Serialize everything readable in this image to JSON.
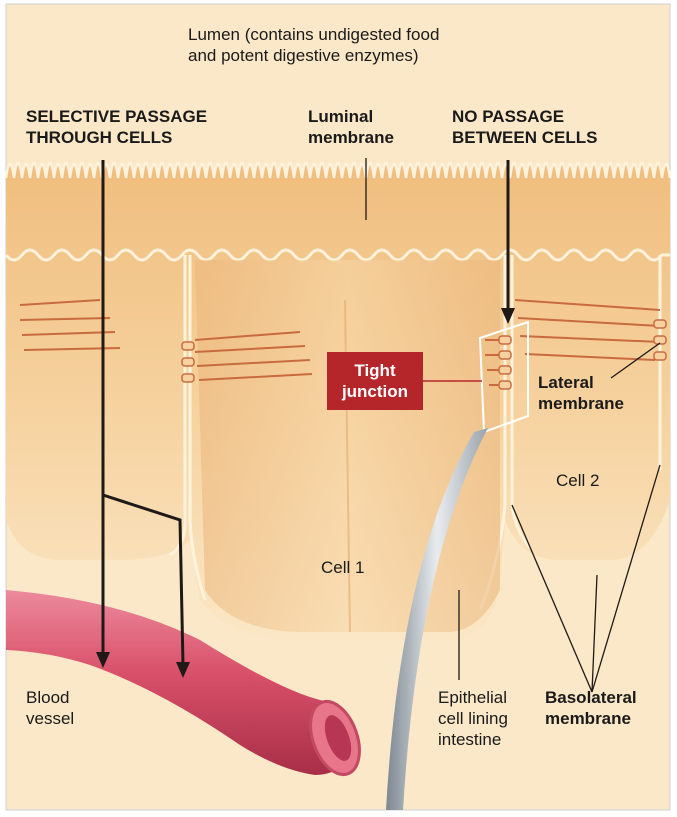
{
  "labels": {
    "lumen": "Lumen (contains undigested food\nand potent digestive enzymes)",
    "selective": "SELECTIVE PASSAGE\nTHROUGH CELLS",
    "luminal": "Luminal\nmembrane",
    "no_passage": "NO PASSAGE\nBETWEEN CELLS",
    "tight": "Tight\njunction",
    "lateral": "Lateral\nmembrane",
    "cell2": "Cell 2",
    "cell1": "Cell 1",
    "blood": "Blood\nvessel",
    "epithelial": "Epithelial\ncell lining\nintestine",
    "basolateral": "Basolateral\nmembrane"
  },
  "colors": {
    "lumen_bg": "#fbe8c8",
    "cell_fill": "#f3c68b",
    "cell_light": "#f9dcae",
    "membrane": "#fff3dc",
    "junction": "#c96a3f",
    "vessel": "#d9506a",
    "vessel_light": "#ec8a9c",
    "tight_box": "#b5262b",
    "arrow": "#1f1a17"
  }
}
